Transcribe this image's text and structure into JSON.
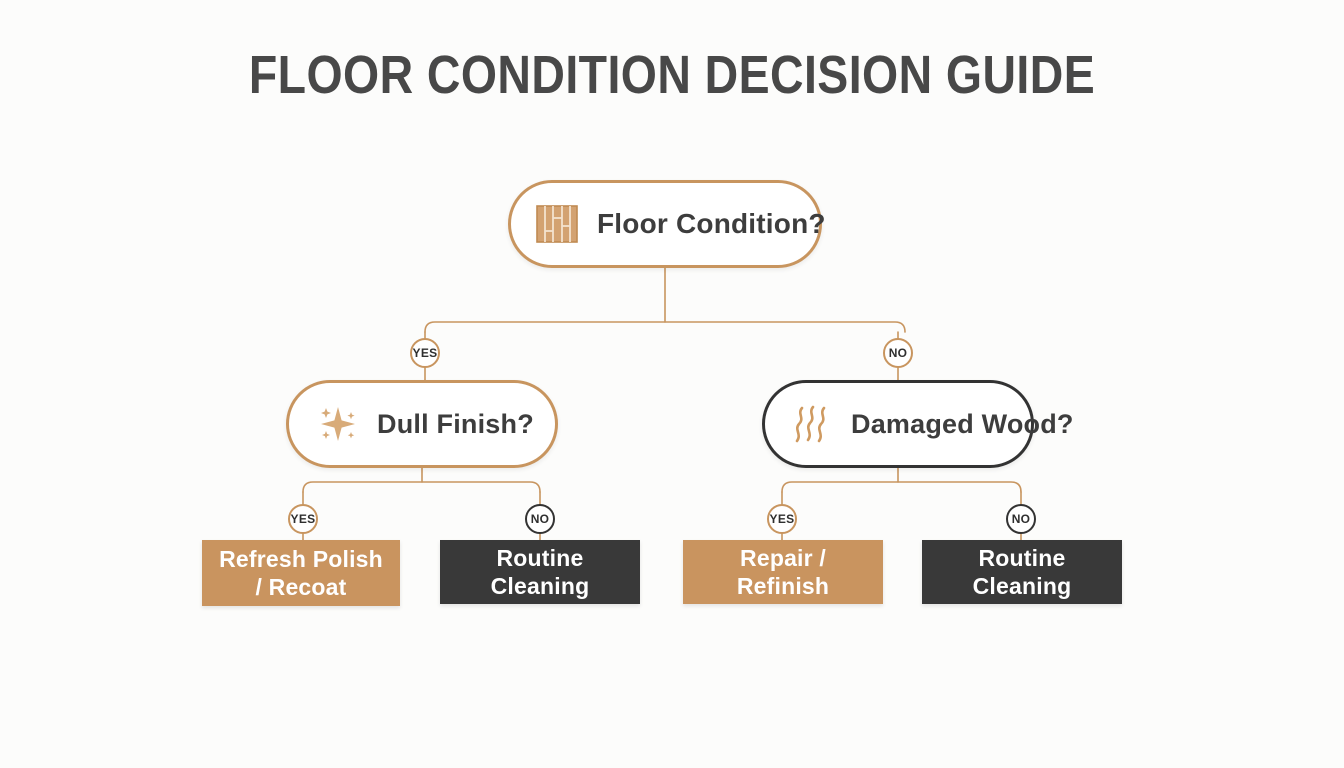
{
  "page": {
    "title": "Floor Condition Decision Guide",
    "background_color": "#fcfcfb"
  },
  "theme": {
    "tan": "#c9945f",
    "tan_border": "#c8955f",
    "dark": "#393939",
    "dark_border": "#333333",
    "title_color": "#484848",
    "node_text_color": "#3d3d3d",
    "leaf_text_color": "#ffffff",
    "connector_color": "#c8955f"
  },
  "chart_data": {
    "type": "diagram",
    "diagram_type": "decision-tree",
    "title": "Floor Condition Decision Guide",
    "nodes": [
      {
        "id": "root",
        "label": "Floor Condition?",
        "kind": "decision",
        "icon": "wood-plank-icon",
        "style": "tan",
        "level": 0
      },
      {
        "id": "dull",
        "label": "Dull Finish?",
        "kind": "decision",
        "icon": "sparkle-icon",
        "style": "tan",
        "level": 1
      },
      {
        "id": "damaged",
        "label": "Damaged Wood?",
        "kind": "decision",
        "icon": "scratch-icon",
        "style": "dark",
        "level": 1
      },
      {
        "id": "refresh",
        "label": "Refresh Polish\n/ Recoat",
        "kind": "outcome",
        "style": "tan",
        "level": 2
      },
      {
        "id": "clean_l",
        "label": "Routine Cleaning",
        "kind": "outcome",
        "style": "dark",
        "level": 2
      },
      {
        "id": "repair",
        "label": "Repair / Refinish",
        "kind": "outcome",
        "style": "tan",
        "level": 2
      },
      {
        "id": "clean_r",
        "label": "Routine Cleaning",
        "kind": "outcome",
        "style": "dark",
        "level": 2
      }
    ],
    "edges": [
      {
        "from": "root",
        "to": "dull",
        "label": "YES",
        "style": "tan"
      },
      {
        "from": "root",
        "to": "damaged",
        "label": "NO",
        "style": "tan"
      },
      {
        "from": "dull",
        "to": "refresh",
        "label": "YES",
        "style": "tan"
      },
      {
        "from": "dull",
        "to": "clean_l",
        "label": "NO",
        "style": "dark"
      },
      {
        "from": "damaged",
        "to": "repair",
        "label": "YES",
        "style": "tan"
      },
      {
        "from": "damaged",
        "to": "clean_r",
        "label": "NO",
        "style": "dark"
      }
    ]
  },
  "nodes": {
    "root": {
      "label": "Floor Condition?"
    },
    "dull": {
      "label": "Dull Finish?"
    },
    "damaged": {
      "label": "Damaged Wood?"
    }
  },
  "leaves": {
    "refresh": {
      "label": "Refresh Polish\n/ Recoat"
    },
    "clean_left": {
      "label": "Routine Cleaning"
    },
    "repair": {
      "label": "Repair / Refinish"
    },
    "clean_right": {
      "label": "Routine Cleaning"
    }
  },
  "badges": {
    "root_yes": {
      "label": "YES"
    },
    "root_no": {
      "label": "NO"
    },
    "dull_yes": {
      "label": "YES"
    },
    "dull_no": {
      "label": "NO"
    },
    "dmg_yes": {
      "label": "YES"
    },
    "dmg_no": {
      "label": "NO"
    }
  },
  "icons": {
    "root": "wood-plank-icon",
    "dull": "sparkle-icon",
    "damaged": "scratch-lines-icon"
  }
}
